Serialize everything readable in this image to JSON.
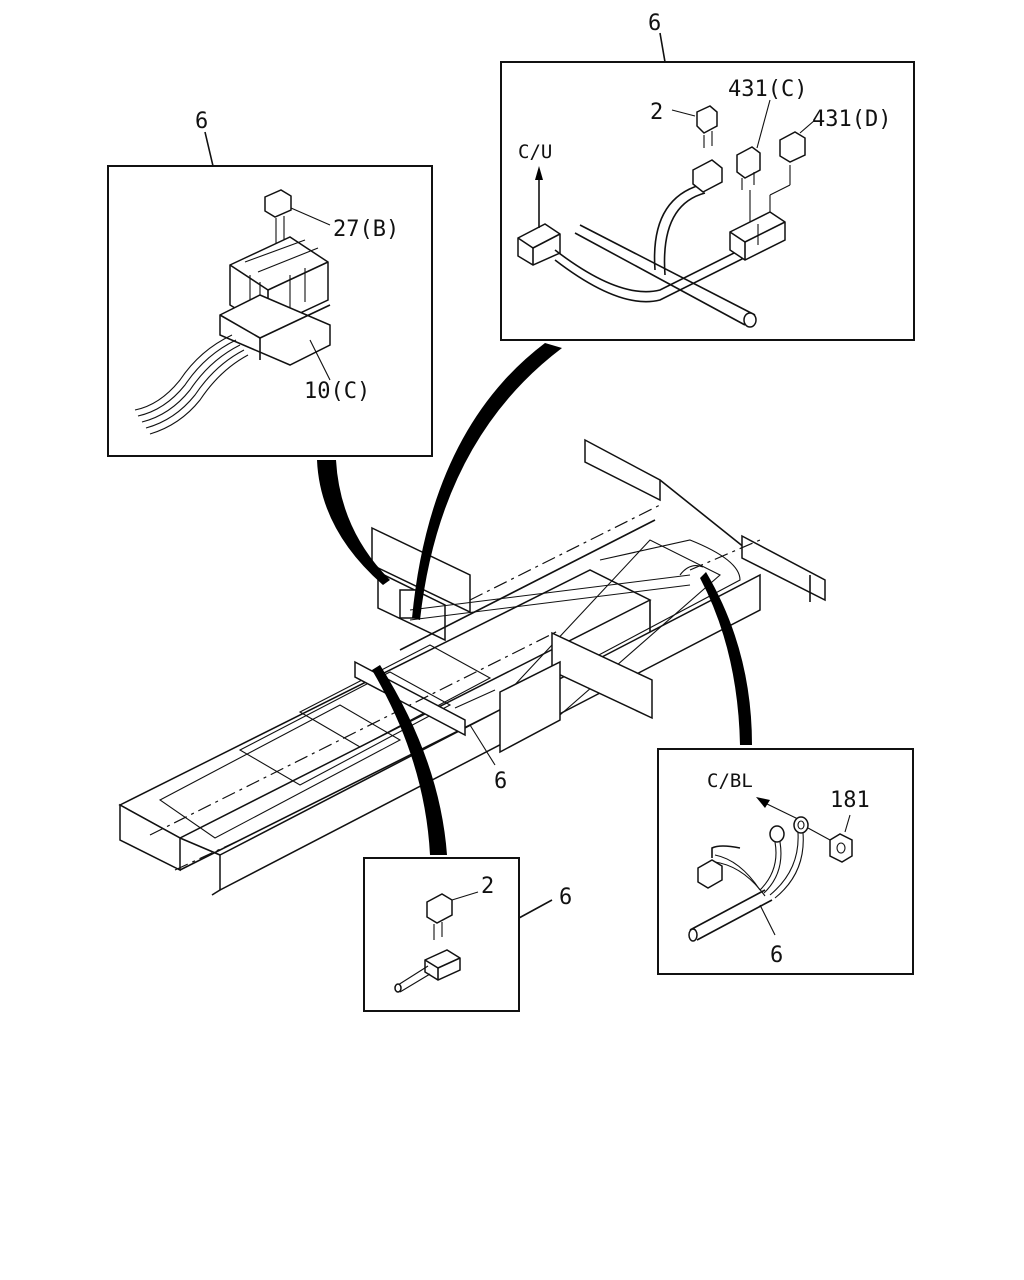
{
  "labels": {
    "top_right_box_ref": "6",
    "top_left_box_ref": "6",
    "bottom_mid_box_ref": "6",
    "bottom_right_box_ref": "6",
    "frame_ref": "6",
    "part_2_top": "2",
    "part_431c": "431(C)",
    "part_431d": "431(D)",
    "cu": "C/U",
    "part_27b": "27(B)",
    "part_10c": "10(C)",
    "part_2_bottom": "2",
    "cbl": "C/BL",
    "part_181": "181"
  }
}
